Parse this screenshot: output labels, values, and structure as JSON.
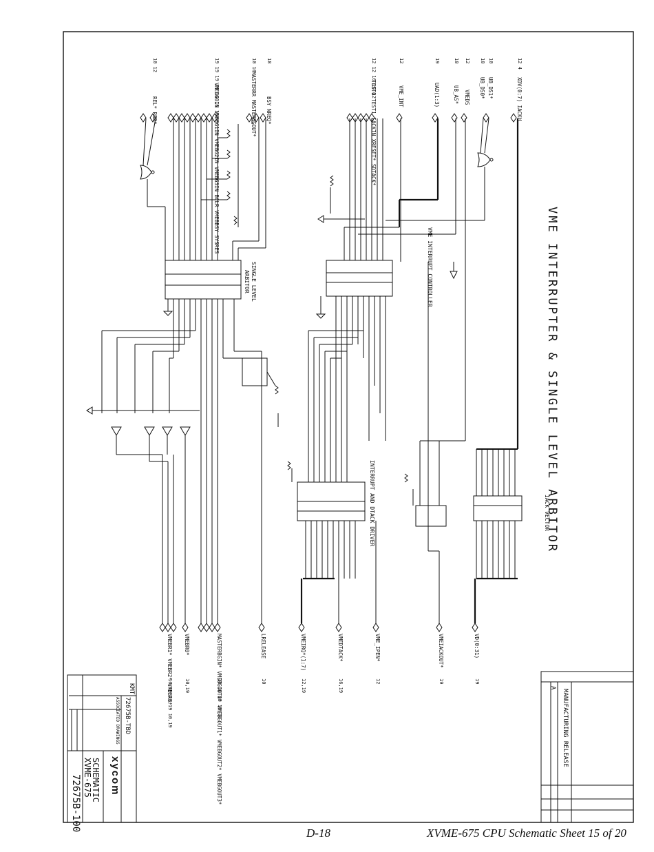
{
  "title": "VME INTERRUPTER & SINGLE LEVEL ARBITOR",
  "blocks": {
    "arbiter": [
      "SINGLE LEVEL",
      "ARBITOR"
    ],
    "interrupt_controller": "VME INTERRUPT CONTROLLER",
    "interrupt_driver": "INTERRUPT AND DTACK DRIVER",
    "iack_vector": "IACK VECTOR"
  },
  "left_inputs": [
    {
      "ref": "12 4",
      "label": "XDV(0:7) IACKH"
    },
    {
      "ref": "10",
      "label": "UB_DS1*"
    },
    {
      "ref": "10",
      "label": "UB_DS0*"
    },
    {
      "ref": "12",
      "label": "VMEDS"
    },
    {
      "ref": "10",
      "label": "UB_AS*"
    },
    {
      "ref": "19",
      "label": "UAD(1:3)"
    },
    {
      "ref": "12",
      "label": "VME_INT"
    },
    {
      "ref": "12 12 16 16 12",
      "label": "TEST0 TEST1 IACKIN XRESET* SDTACK*"
    },
    {
      "ref": "18",
      "label": "BSY NREQ*"
    },
    {
      "ref": "10 10",
      "label": "MASTERRR MASTERBGOUT*"
    },
    {
      "ref": "19 19 19 19 16 16 16",
      "label": "VMEBG0IN VMEBG1IN VMEBG2IN VMEBG3IN BCLR VMEBBSY SYSRES"
    },
    {
      "ref": "10 12",
      "label": "REL* RBD*"
    }
  ],
  "right_outputs": [
    {
      "label": "VD(0:31)",
      "ref": "19"
    },
    {
      "label": "VMEIACKOUT*",
      "ref": "19"
    },
    {
      "label": "VME_IPEN*",
      "ref": "12"
    },
    {
      "label": "VMEDTACK*",
      "ref": "16,19"
    },
    {
      "label": "VMEIRQ*(1:7)",
      "ref": "12,19"
    },
    {
      "label": "LRELEASE",
      "ref": "10"
    },
    {
      "label": "MASTERBGIN* VMEBGOUT0* VMEBGOUT1* VMEBGOUT2* VMEBGOUT3*",
      "ref": "18 18 18 18 18"
    },
    {
      "label": "VMEBR0*",
      "ref": "10,19"
    },
    {
      "label": "VMEBR1* VMEBR2* VMEBR3*",
      "ref": "10,19 10,19 10,19"
    }
  ],
  "title_block": {
    "company": "xycom",
    "drawing_title": "SCHEMATIC",
    "model": "XVME-675",
    "drawing_number": "72675B-100",
    "assoc": "72675B-TBD",
    "assoc_header": "ASSOCIATED DRAWINGS",
    "initials": "KMT",
    "revision_header": "MANUFACTURING RELEASE",
    "revision_letter": "A"
  },
  "footer": {
    "page": "D-18",
    "caption": "XVME-675 CPU Schematic Sheet 15 of 20"
  }
}
